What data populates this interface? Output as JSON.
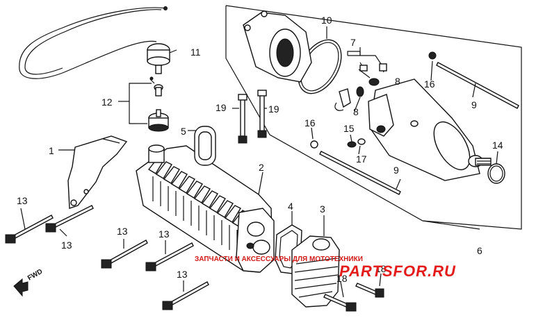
{
  "callouts": {
    "c1": "1",
    "c2": "2",
    "c3": "3",
    "c4": "4",
    "c5": "5",
    "c6": "6",
    "c7": "7",
    "c8a": "8",
    "c8b": "8",
    "c9a": "9",
    "c9b": "9",
    "c10": "10",
    "c11": "11",
    "c12": "12",
    "c13a": "13",
    "c13b": "13",
    "c13c": "13",
    "c13d": "13",
    "c13e": "13",
    "c14": "14",
    "c15": "15",
    "c16a": "16",
    "c16b": "16",
    "c17": "17",
    "c18a": "18",
    "c18b": "18",
    "c19a": "19",
    "c19b": "19"
  },
  "direction_marker": "FWD",
  "watermark": {
    "tagline": "ЗАПЧАСТИ И АКСЕССУАРЫ ДЛЯ МОТОТЕХНИКИ",
    "brand": "PARTSFOR.RU",
    "color": "#e31b1b"
  }
}
